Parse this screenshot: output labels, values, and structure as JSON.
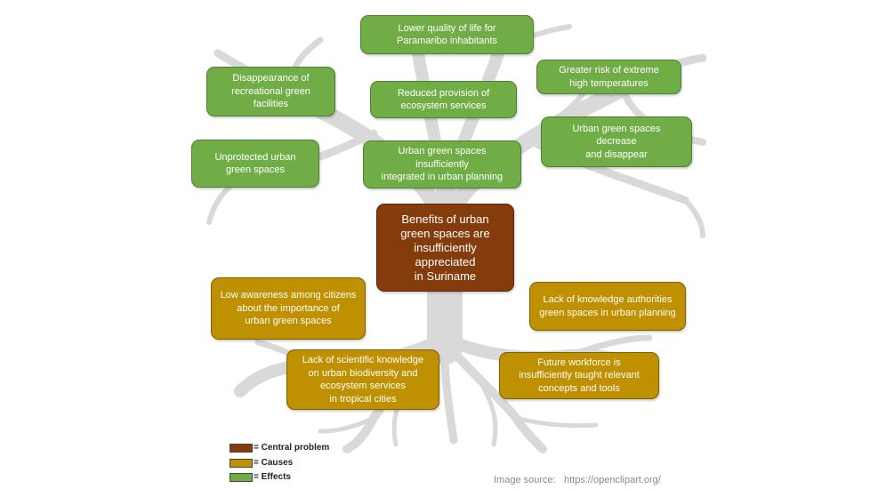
{
  "central": "Benefits of urban\ngreen spaces are\ninsufficiently\nappreciated\nin Suriname",
  "effects": [
    "Lower quality of life for\nParamaribo inhabitants",
    "Disappearance of\nrecreational green\nfacilities",
    "Greater risk of extreme\nhigh temperatures",
    "Reduced provision of\necosystem services",
    "Urban green spaces\ndecrease\nand disappear",
    "Unprotected  urban\ngreen spaces",
    "Urban green spaces\ninsufficiently\nintegrated in urban planning"
  ],
  "causes": [
    "Low awareness among citizens\nabout the importance  of\nurban green spaces",
    "Lack of knowledge authorities\ngreen spaces in urban planning",
    "Lack of scientific knowledge\non urban biodiversity and\necosystem services\nin tropical cities",
    "Future workforce is\ninsufficiently taught relevant\nconcepts and tools"
  ],
  "legend": {
    "central": "= Central problem",
    "causes": "= Causes",
    "effects": "= Effects"
  },
  "source": {
    "label": "Image source:",
    "url": "https://openclipart.org/"
  },
  "colors": {
    "central": "#843c0c",
    "causes": "#bf9000",
    "effects": "#70ad47",
    "tree": "#d9d9d9"
  }
}
